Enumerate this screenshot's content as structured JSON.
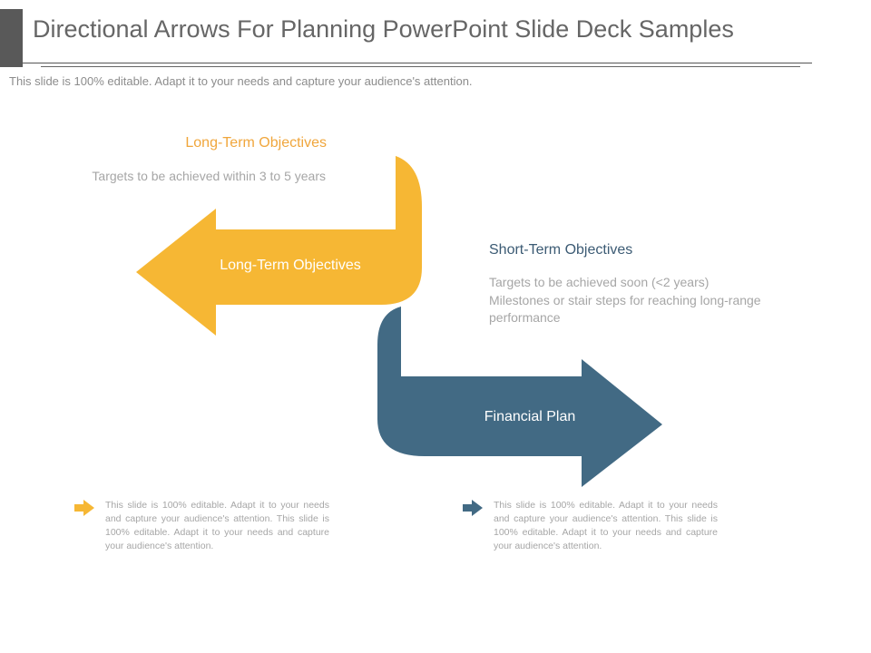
{
  "title": "Directional Arrows For Planning PowerPoint Slide Deck Samples",
  "subtitle": "This slide is 100% editable. Adapt it to your needs and capture your audience's attention.",
  "colors": {
    "accent_orange": "#F6B734",
    "accent_orange_dark": "#D38F0E",
    "accent_blue": "#426A84",
    "accent_blue_dark": "#2F4E63",
    "heading_orange": "#F0A63C",
    "heading_blue": "#3C5B74"
  },
  "left_block": {
    "heading": "Long-Term Objectives",
    "description": "Targets to be achieved within 3 to 5 years",
    "arrow_label": "Long-Term Objectives"
  },
  "right_block": {
    "heading": "Short-Term Objectives",
    "description": "Targets to be achieved soon (<2 years) Milestones or stair steps for reaching long-range performance",
    "arrow_label": "Financial Plan"
  },
  "notes": [
    {
      "icon": "arrow-right-icon",
      "text": "This slide is 100% editable. Adapt it to your needs and capture your audience's attention. This slide is 100% editable. Adapt it to your needs and capture your audience's attention."
    },
    {
      "icon": "arrow-right-icon",
      "text": "This slide is 100% editable. Adapt it to your needs and capture your audience's attention. This slide is 100% editable. Adapt it to your needs and capture your audience's attention."
    }
  ]
}
